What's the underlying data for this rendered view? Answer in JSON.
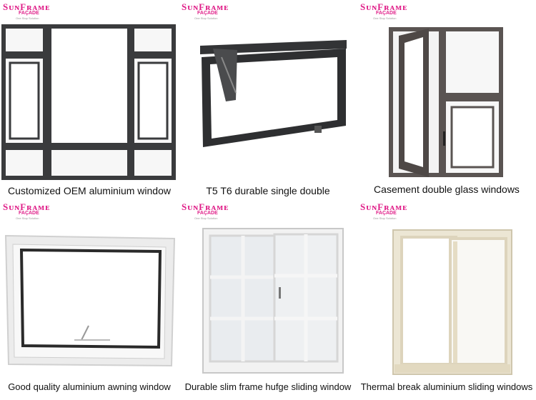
{
  "logo": {
    "brand": "SᴜɴFʀᴀᴍᴇ",
    "sub": "FAÇADE",
    "tiny": "One Stop Solution"
  },
  "products": [
    {
      "caption": "Customized OEM aluminium window"
    },
    {
      "caption": "T5 T6  durable single double"
    },
    {
      "caption": "Casement double glass windows"
    },
    {
      "caption": "Good quality aluminium awning window"
    },
    {
      "caption": "Durable slim frame hufge sliding window"
    },
    {
      "caption": "Thermal break aluminium sliding windows"
    }
  ],
  "colors": {
    "brand_pink": "#e0218a",
    "dark_frame": "#3a3b3d",
    "white_frame": "#f4f4f2",
    "cream_frame": "#ece6d4"
  }
}
